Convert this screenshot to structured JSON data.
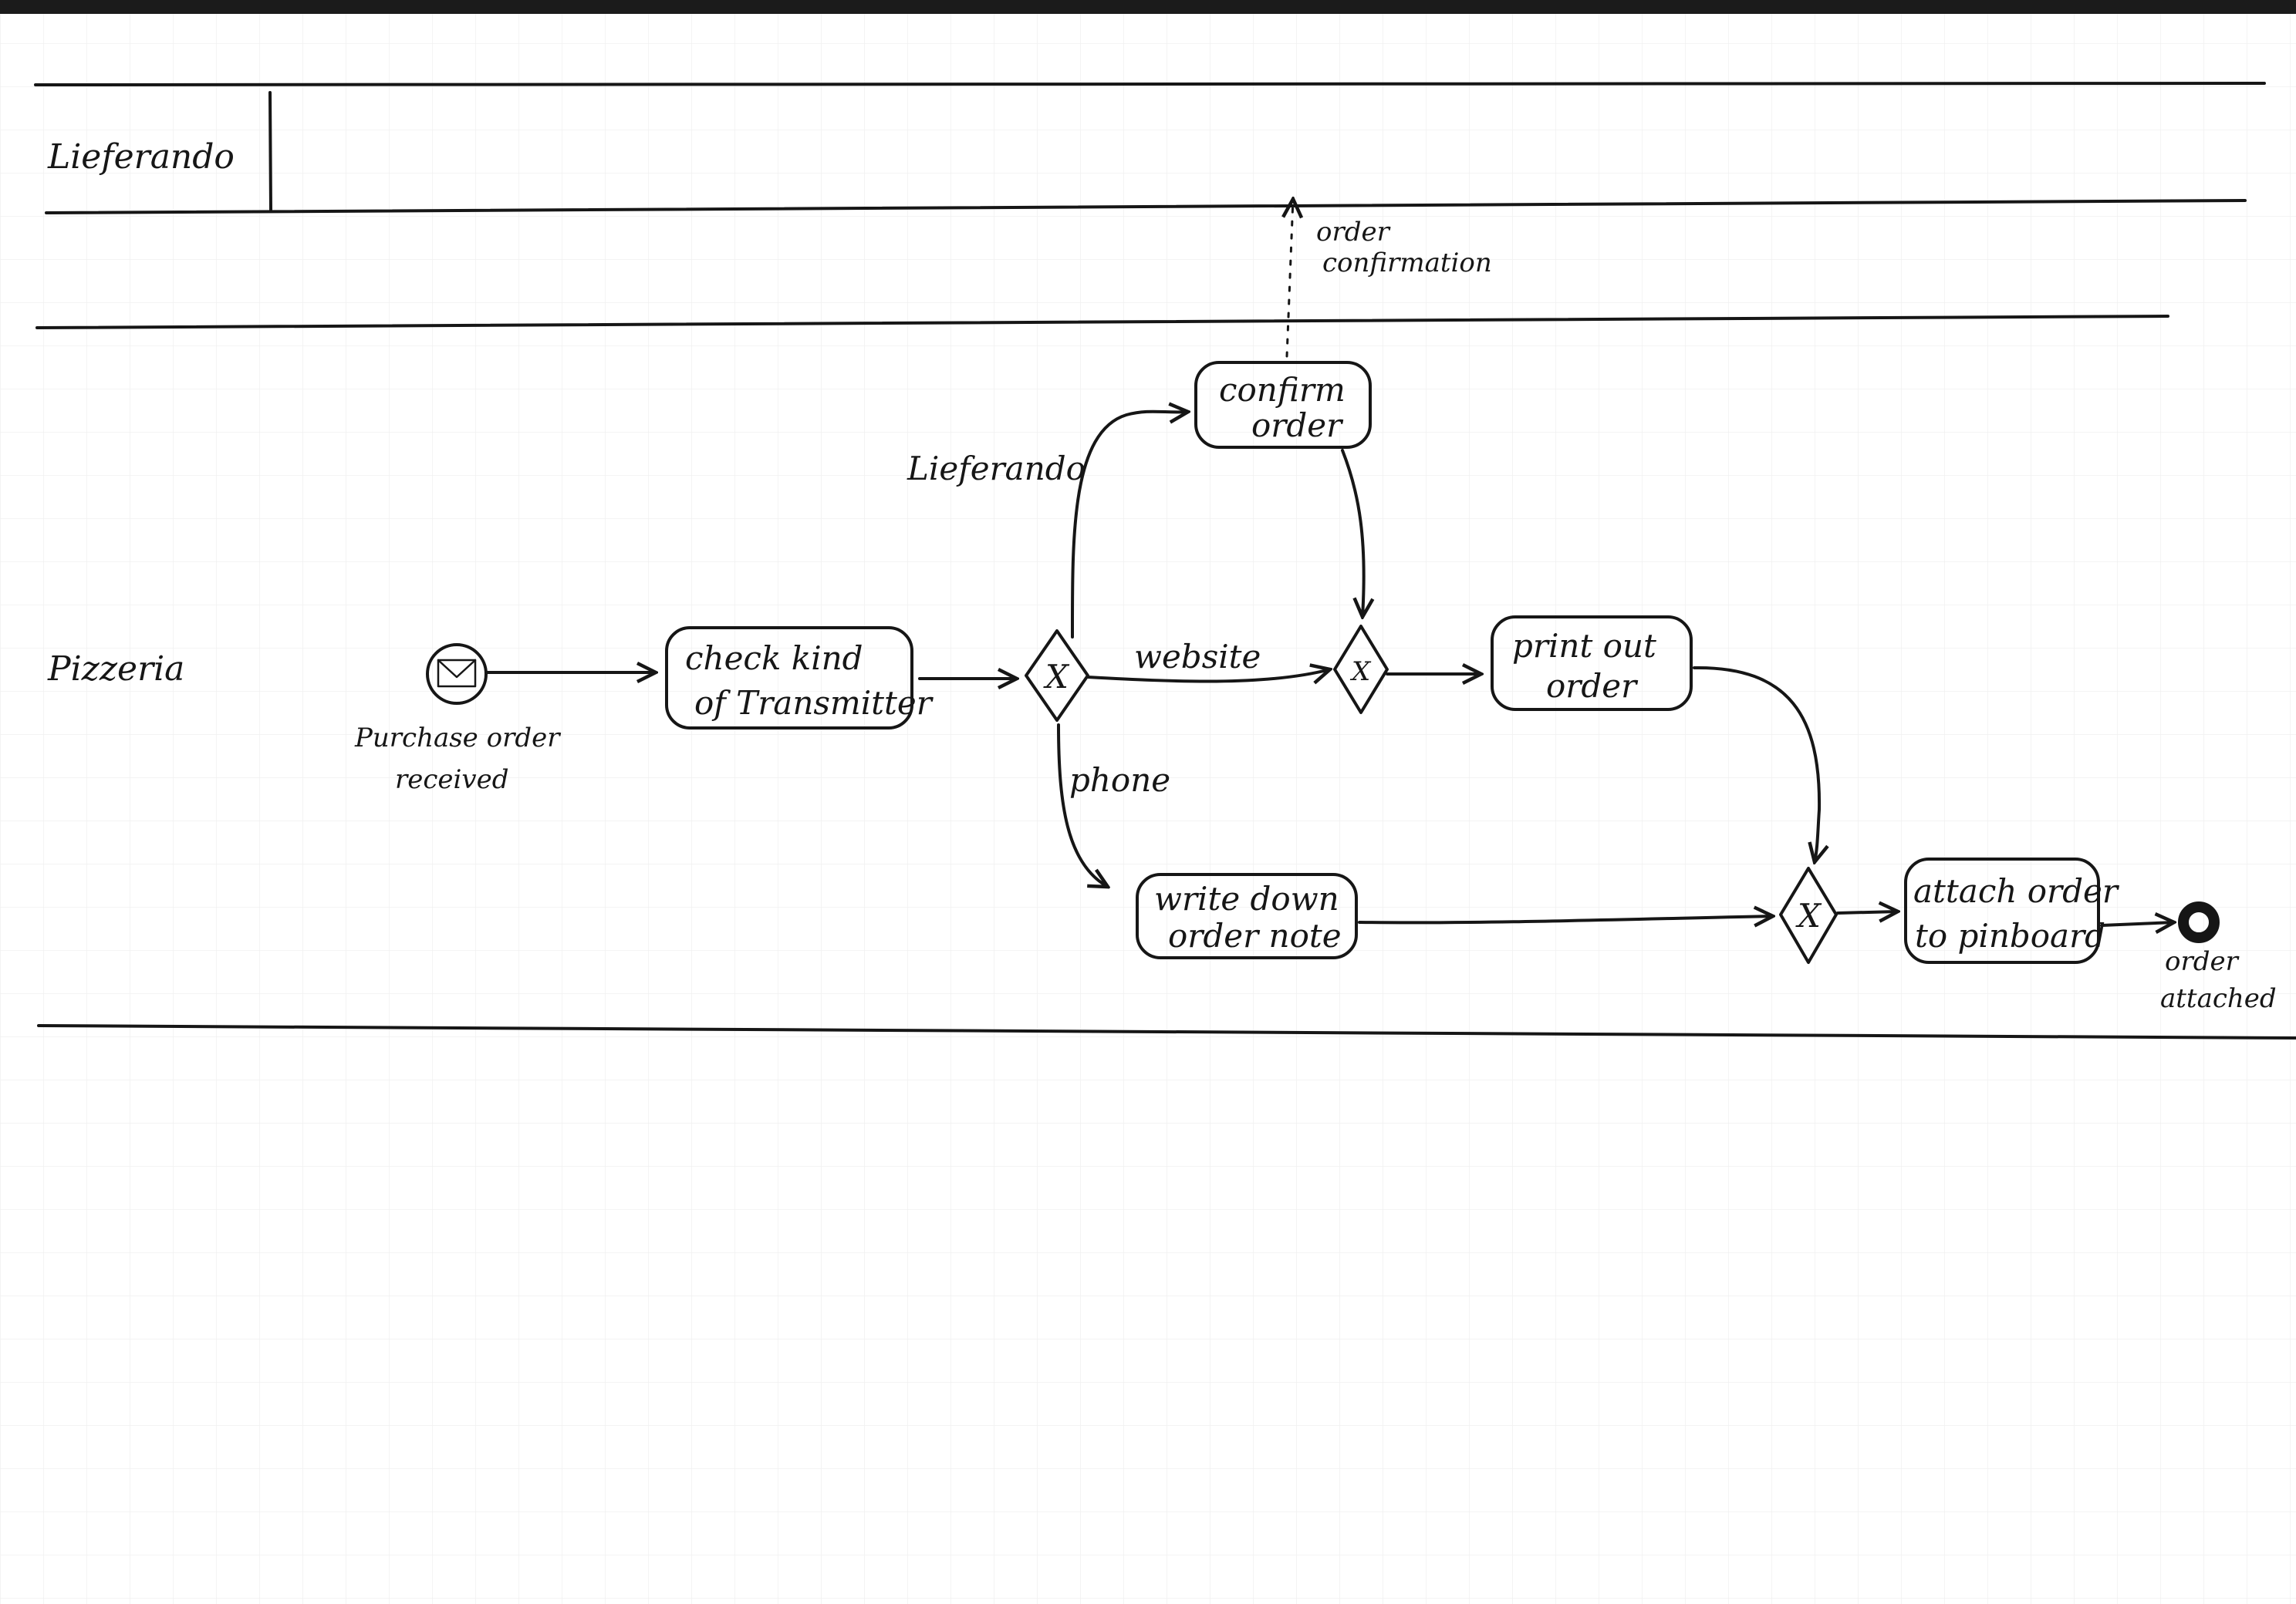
{
  "lanes": {
    "lieferando": "Lieferando",
    "pizzeria": "Pizzeria"
  },
  "events": {
    "start": [
      "Purchase order",
      "received"
    ],
    "end": [
      "order",
      "attached"
    ]
  },
  "tasks": {
    "check": [
      "check kind",
      "of Transmitter"
    ],
    "confirm": [
      "confirm",
      "order"
    ],
    "print": [
      "print out",
      "order"
    ],
    "write": [
      "write down",
      "order note"
    ],
    "attach": [
      "attach order",
      "to pinboard"
    ]
  },
  "flows": {
    "lieferando": "Lieferando",
    "website": "website",
    "phone": "phone"
  },
  "messages": {
    "confirmation": [
      "order",
      "confirmation"
    ]
  },
  "gateway_marker": "X",
  "colors": {
    "ink": "#161616",
    "paper": "#ffffff",
    "grid": "#efefef"
  }
}
